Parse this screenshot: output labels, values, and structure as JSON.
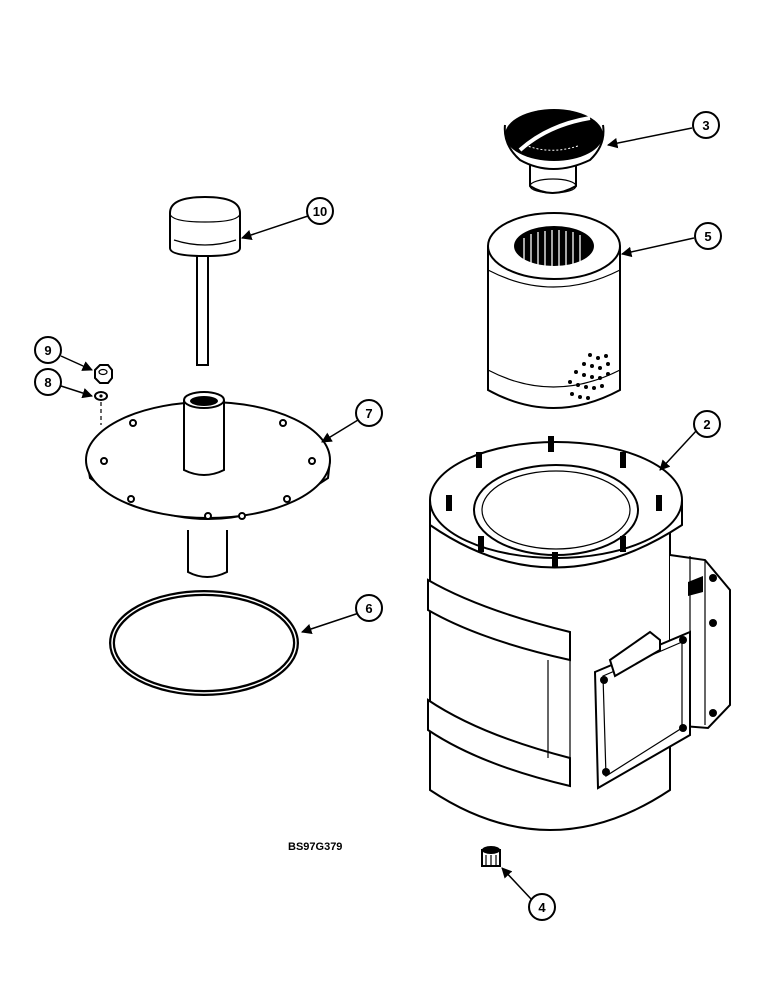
{
  "figure_code": "BS97G379",
  "callouts": {
    "c2": "2",
    "c3": "3",
    "c4": "4",
    "c5": "5",
    "c6": "6",
    "c7": "7",
    "c8": "8",
    "c9": "9",
    "c10": "10"
  }
}
